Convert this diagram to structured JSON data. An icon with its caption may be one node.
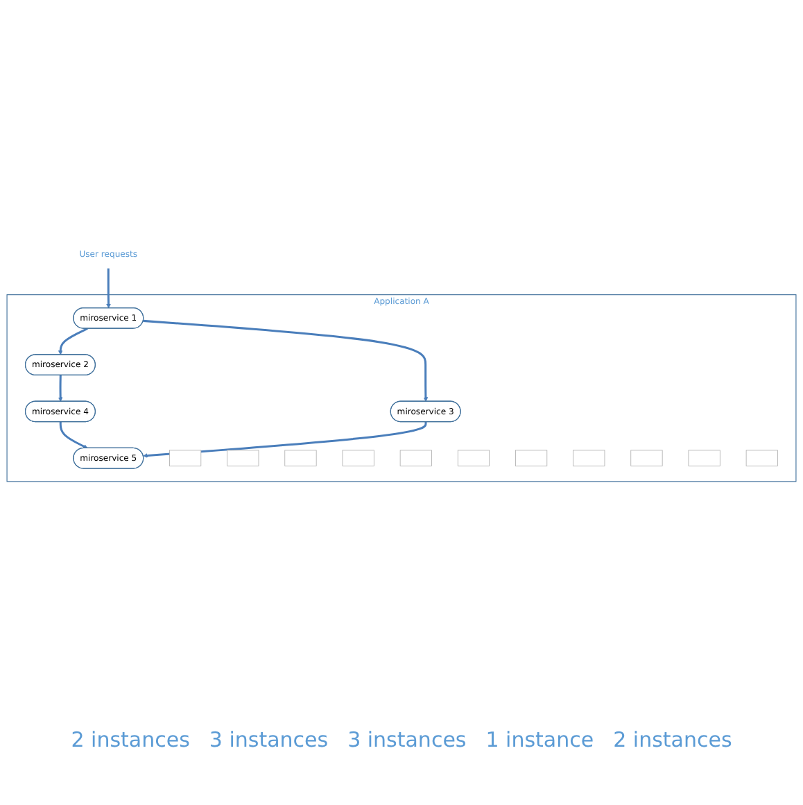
{
  "diagram": {
    "nodes": [
      {
        "text": [
          "User requests"
        ]
      },
      {
        "text": [
          "Application A"
        ]
      },
      {
        "text": [
          "miroservice 1"
        ],
        "in": 1
      },
      {
        "text": [
          "miroservice 2"
        ],
        "in": 1
      },
      {
        "text": [
          "miroservice 3"
        ],
        "in": 1
      },
      {
        "text": [
          "miroservice 4"
        ],
        "in": 1
      },
      {
        "text": [
          "miroservice 5"
        ],
        "in": 1
      },
      {
        "text": [],
        "shape": "box",
        "in": 1
      },
      {
        "text": [],
        "shape": "box",
        "in": 1
      },
      {
        "text": [],
        "shape": "box",
        "in": 1
      },
      {
        "text": [],
        "shape": "box",
        "in": 1
      },
      {
        "text": [],
        "shape": "box",
        "in": 1
      },
      {
        "text": [],
        "shape": "box",
        "in": 1
      },
      {
        "text": [],
        "shape": "box",
        "in": 1
      },
      {
        "text": [],
        "shape": "box",
        "in": 1
      },
      {
        "text": [],
        "shape": "box",
        "in": 1
      },
      {
        "text": [],
        "shape": "box",
        "in": 1
      },
      {
        "text": [],
        "shape": "box",
        "in": 1
      }
    ],
    "edges": [
      {
        "from": 0,
        "to": 2,
        "arrow": "to"
      },
      {
        "from": 2,
        "to": 3,
        "arrow": "to"
      },
      {
        "from": 2,
        "to": 4,
        "arrow": "to"
      },
      {
        "from": 3,
        "to": 5,
        "arrow": "to"
      },
      {
        "from": 5,
        "to": 6,
        "arrow": "to"
      },
      {
        "from": 4,
        "to": 6,
        "arrow": "to"
      }
    ],
    "labels": [
      "2 instances",
      "3 instances",
      "3 instances",
      "1 instance",
      "2 instances"
    ]
  }
}
